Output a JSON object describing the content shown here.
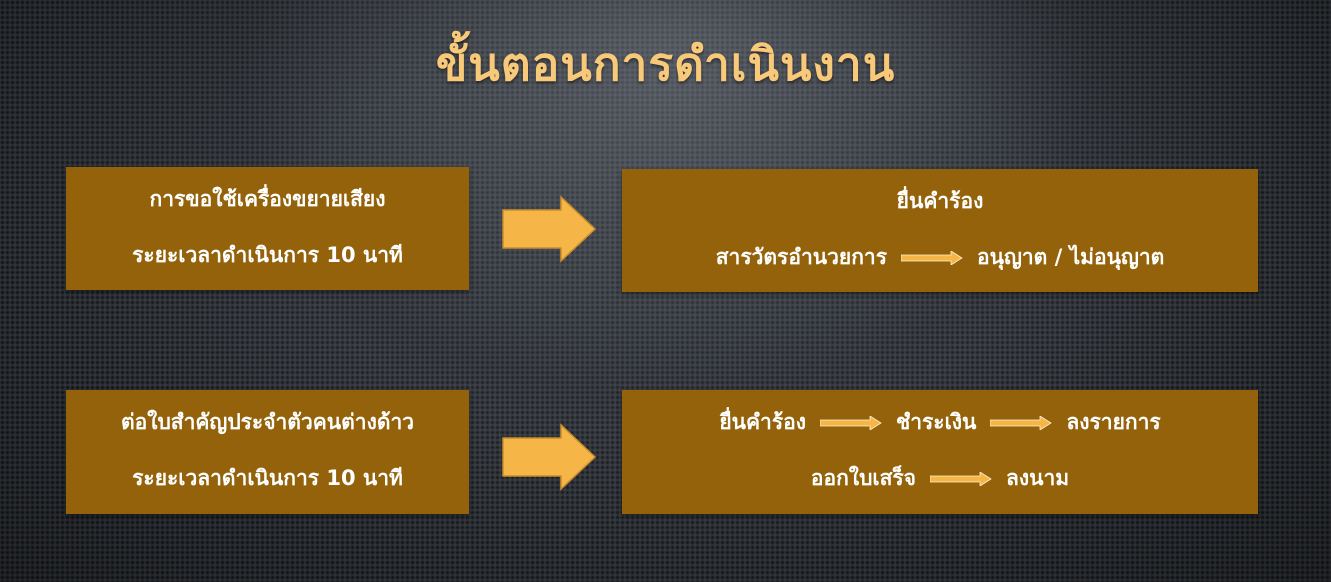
{
  "title": "ขั้นตอนการดำเนินงาน",
  "colors": {
    "box_fill": "#93620a",
    "arrow_fill": "#f5b547",
    "title_color": "#f9c97a"
  },
  "procedures": [
    {
      "name": "การขอใช้เครื่องขยายเสียง",
      "duration": "ระยะเวลาดำเนินการ 10 นาที",
      "steps_title": "ยื่นคำร้อง",
      "steps_row1": [
        "สารวัตรอำนวยการ",
        "อนุญาต / ไม่อนุญาต"
      ]
    },
    {
      "name": "ต่อใบสำคัญประจำตัวคนต่างด้าว",
      "duration": "ระยะเวลาดำเนินการ 10 นาที",
      "steps_row1": [
        "ยื่นคำร้อง",
        "ชำระเงิน",
        "ลงรายการ"
      ],
      "steps_row2": [
        "ออกใบเสร็จ",
        "ลงนาม"
      ]
    }
  ]
}
